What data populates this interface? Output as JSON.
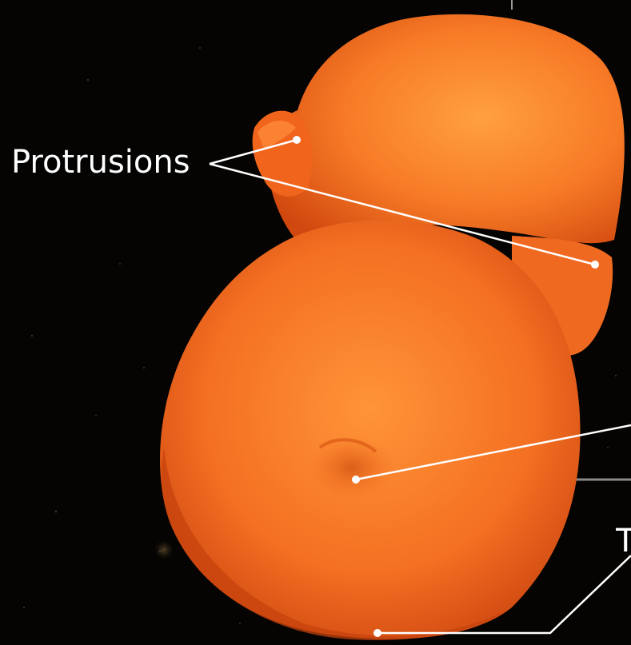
{
  "image": {
    "subject": "orange-lobed-object",
    "colors": {
      "background": "#050403",
      "object_light": "#ff9a3c",
      "object_mid": "#f26a1c",
      "object_dark": "#c6400e",
      "callout_line": "#ffffff"
    }
  },
  "labels": {
    "protrusions": "Protrusions",
    "partial_right": "T"
  }
}
